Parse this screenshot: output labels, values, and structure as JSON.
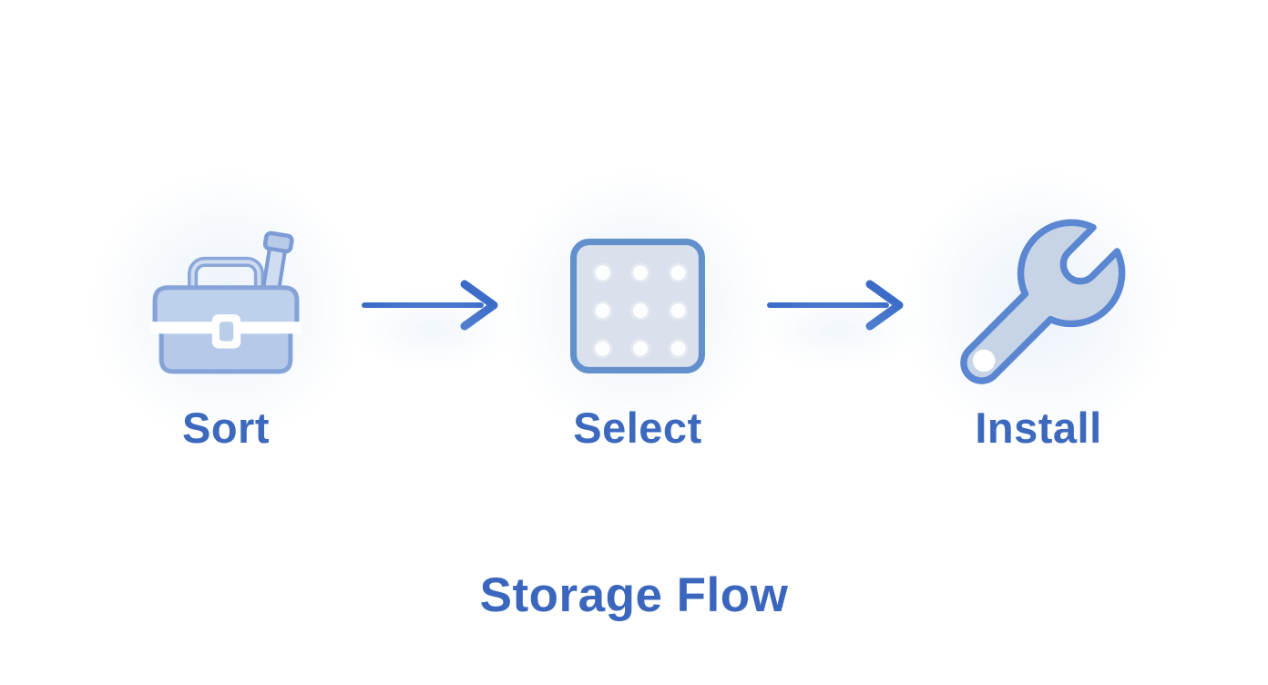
{
  "title": {
    "text": "Storage Flow"
  },
  "flow": {
    "steps": [
      {
        "label": "Sort",
        "icon": "toolbox-icon"
      },
      {
        "label": "Select",
        "icon": "peg-panel-icon"
      },
      {
        "label": "Install",
        "icon": "wrench-icon"
      }
    ],
    "arrow_count": 2
  },
  "colors": {
    "background": "#ffffff",
    "arrow": "#3a6cc8",
    "label_text": "#3c69bd",
    "title_text": "#3a67bd",
    "toolbox_fill": "#bdd0ec",
    "toolbox_body_fill": "#b6c9e8",
    "toolbox_outline": "#86a3d8",
    "panel_fill": "#dae1ed",
    "panel_outline": "#6190cb",
    "wrench_fill": "#c7d4e6",
    "wrench_outline": "#5b86d2"
  }
}
